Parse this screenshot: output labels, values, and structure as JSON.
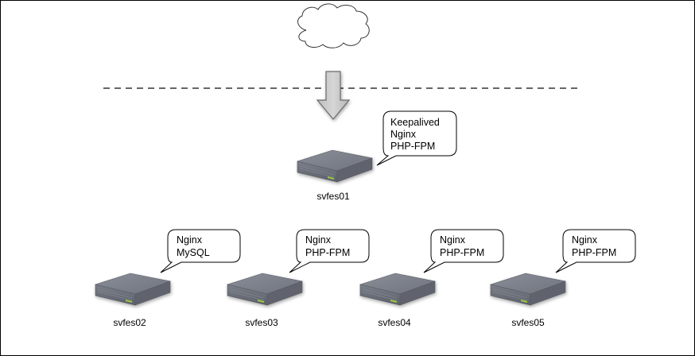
{
  "diagram": {
    "title": "",
    "internet": {
      "icon": "cloud-icon"
    },
    "boundary": {
      "style": "dashed"
    },
    "flow_arrow": {
      "icon": "down-arrow-icon",
      "direction": "down"
    },
    "colors": {
      "border": "#000000",
      "dashed_line": "#666666",
      "arrow_fill": "#c8c8c8",
      "arrow_stroke": "#666666",
      "server_top": "#7d818b",
      "server_front": "#6a6e78",
      "server_led": "#9ccc3c"
    },
    "servers": [
      {
        "id": "svfes01",
        "name": "svfes01",
        "services": [
          "Keepalived",
          "Nginx",
          "PHP-FPM"
        ],
        "tier": "front"
      },
      {
        "id": "svfes02",
        "name": "svfes02",
        "services": [
          "Nginx",
          "MySQL"
        ],
        "tier": "back"
      },
      {
        "id": "svfes03",
        "name": "svfes03",
        "services": [
          "Nginx",
          "PHP-FPM"
        ],
        "tier": "back"
      },
      {
        "id": "svfes04",
        "name": "svfes04",
        "services": [
          "Nginx",
          "PHP-FPM"
        ],
        "tier": "back"
      },
      {
        "id": "svfes05",
        "name": "svfes05",
        "services": [
          "Nginx",
          "PHP-FPM"
        ],
        "tier": "back"
      }
    ]
  }
}
